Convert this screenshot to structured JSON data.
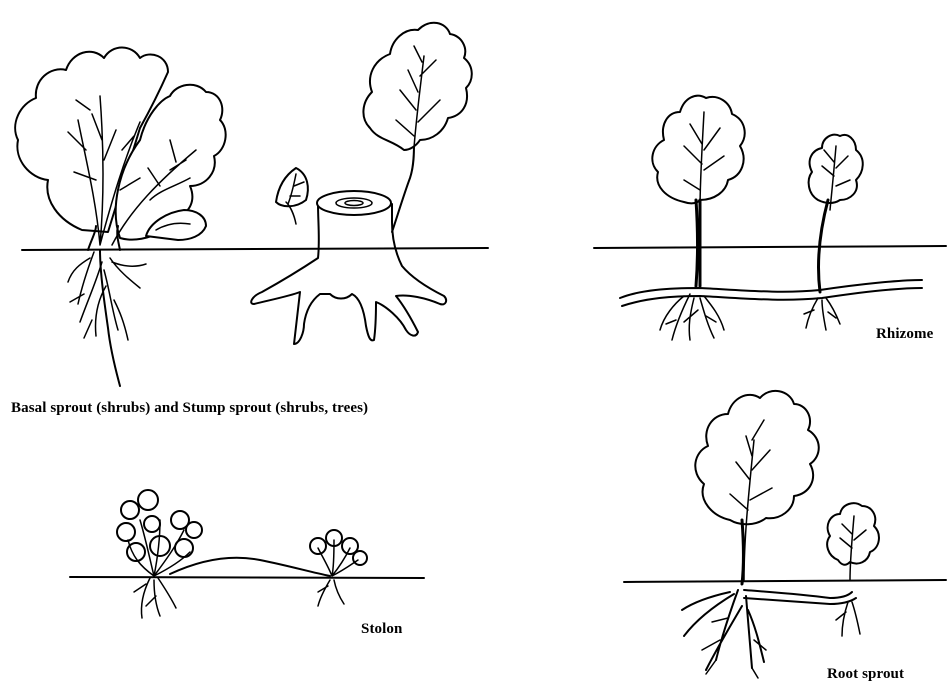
{
  "labels": {
    "basal_stump": "Basal sprout (shrubs) and Stump sprout (shrubs, trees)",
    "rhizome": "Rhizome",
    "stolon": "Stolon",
    "root_sprout": "Root sprout"
  }
}
